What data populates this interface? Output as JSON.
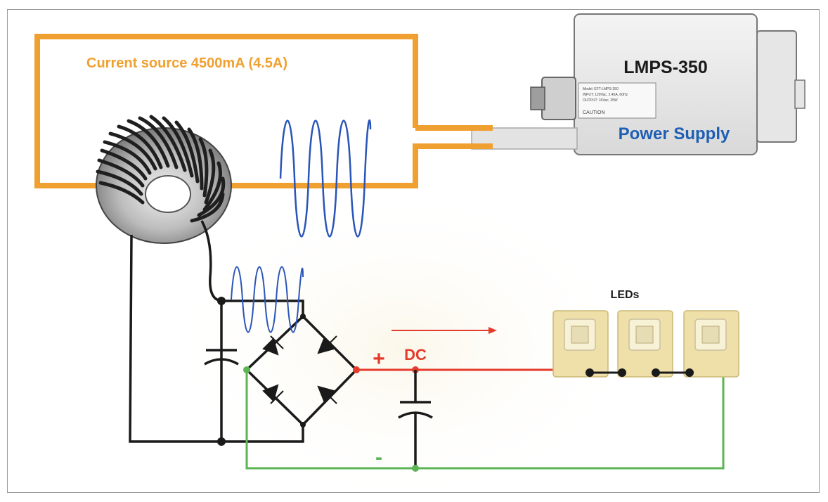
{
  "title": "Current source 4500mA (4.5A)",
  "device": {
    "model": "LMPS-350",
    "subtitle": "Power Supply",
    "label_lines": [
      "Model: EFT-LMPS-350",
      "INPUT: 120Vac, 2.45A, 60Hz",
      "OUTPUT: 16Vac, 25W",
      "CAUTION"
    ]
  },
  "leds_label": "LEDs",
  "dc_label": "DC",
  "plus_label": "+",
  "minus_label": "-",
  "colors": {
    "source_loop": "#f0a030",
    "source_text": "#f0a030",
    "wave": "#2a55b8",
    "positive": "#e53b2c",
    "negative": "#5ab552",
    "wire": "#1a1a1a",
    "power_supply_text": "#1e5fb3",
    "led_pad": "#eee0a8"
  },
  "icons": [
    "toroid-icon",
    "capacitor-icon",
    "diode-icon",
    "led-icon",
    "power-supply-icon",
    "arrow-icon"
  ]
}
